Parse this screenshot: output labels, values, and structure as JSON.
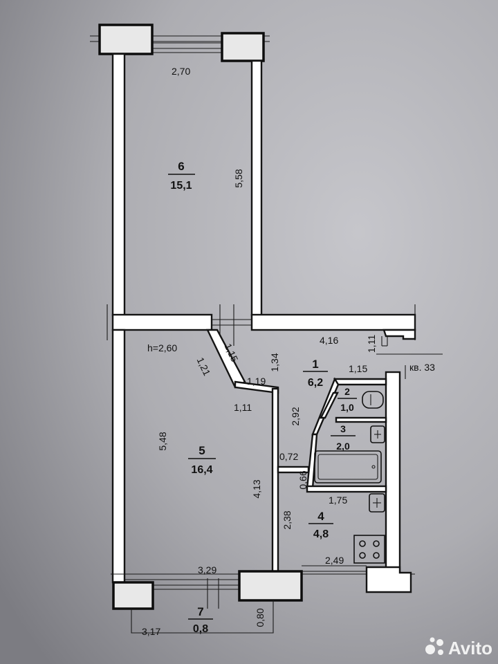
{
  "rooms": [
    {
      "number": "6",
      "area": "15,1"
    },
    {
      "number": "5",
      "area": "16,4"
    },
    {
      "number": "1",
      "area": "6,2"
    },
    {
      "number": "2",
      "area": "1,0"
    },
    {
      "number": "3",
      "area": "2,0"
    },
    {
      "number": "4",
      "area": "4,8"
    },
    {
      "number": "7",
      "area": "0,8"
    }
  ],
  "ceiling_height": "h=2,60",
  "apartment_label": "кв. 33",
  "dimensions": {
    "d_270": "2,70",
    "d_558": "5,58",
    "d_416": "4,16",
    "d_111a": "1,11",
    "d_115a": "1,15",
    "d_115b": "1,15",
    "d_121": "1,21",
    "d_134": "1,34",
    "d_119": "1,19",
    "d_111b": "1,11",
    "d_548": "5,48",
    "d_292": "2,92",
    "d_072": "0,72",
    "d_066": "0,66",
    "d_175": "1,75",
    "d_413": "4,13",
    "d_238": "2,38",
    "d_249": "2,49",
    "d_329": "3,29",
    "d_317": "3,17",
    "d_080": "0,80"
  },
  "watermark": "Avito"
}
